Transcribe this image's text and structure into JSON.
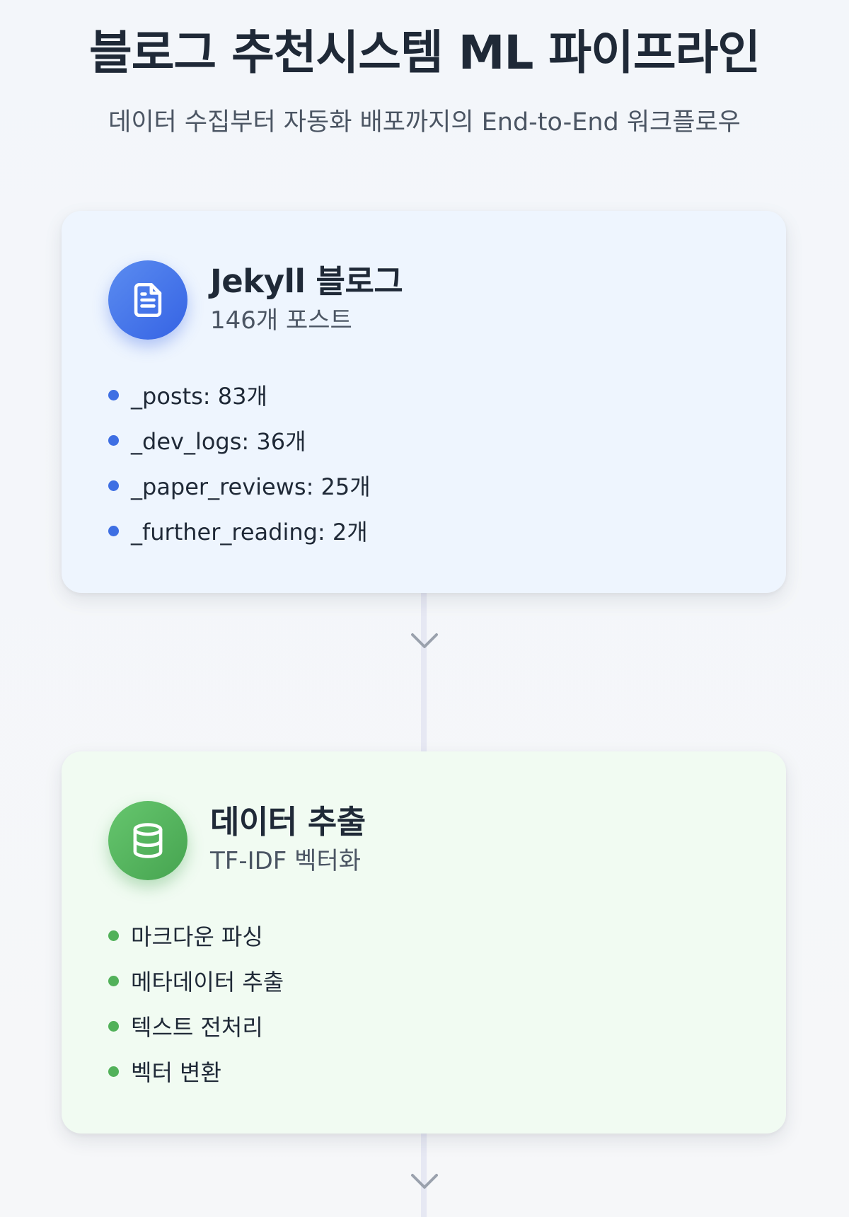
{
  "header": {
    "title": "블로그 추천시스템 ML 파이프라인",
    "subtitle": "데이터 수집부터 자동화 배포까지의 End-to-End 워크플로우"
  },
  "stages": [
    {
      "icon": "document-icon",
      "accent_color": "#3e6fe3",
      "title": "Jekyll 블로그",
      "subtitle": "146개 포스트",
      "items": [
        "_posts: 83개",
        "_dev_logs: 36개",
        "_paper_reviews: 25개",
        "_further_reading: 2개"
      ]
    },
    {
      "icon": "database-icon",
      "accent_color": "#52b15a",
      "title": "데이터 추출",
      "subtitle": "TF-IDF 벡터화",
      "items": [
        "마크다운 파싱",
        "메타데이터 추출",
        "텍스트 전처리",
        "벡터 변환"
      ]
    }
  ]
}
